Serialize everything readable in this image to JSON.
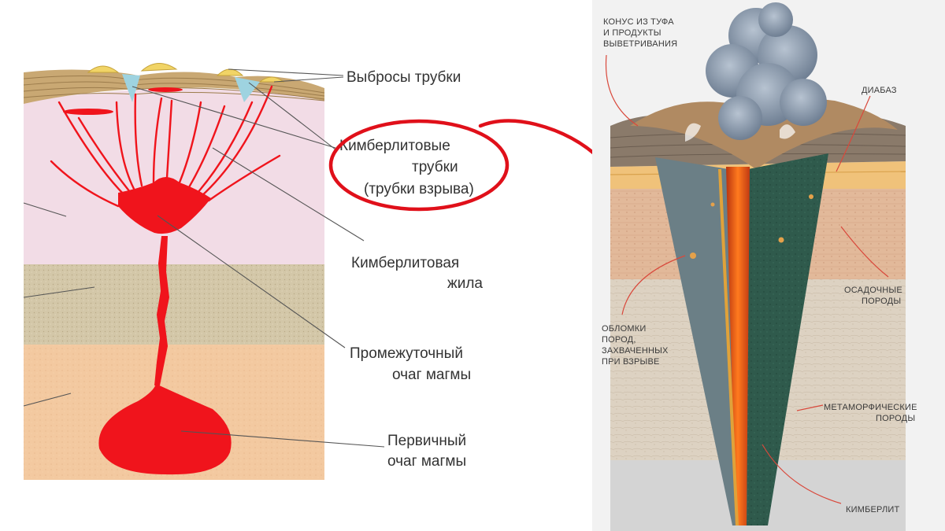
{
  "left_diagram": {
    "labels": {
      "ejecta": "Выбросы трубки",
      "pipes_line1": "Кимберлитовые",
      "pipes_line2": "трубки",
      "pipes_line3": "(трубки взрыва)",
      "vein_line1": "Кимберлитовая",
      "vein_line2": "жила",
      "intermediate_line1": "Промежуточный",
      "intermediate_line2": "очаг магмы",
      "primary_line1": "Первичный",
      "primary_line2": "очаг магмы"
    },
    "colors": {
      "magma": "#f0141c",
      "pink_layer": "#f2dce6",
      "sand_layer": "#d3c7a8",
      "peach_layer": "#f3c9a0",
      "strata": "#c9a873",
      "highlight_circle": "#e0101a"
    }
  },
  "right_illustration": {
    "labels": {
      "cone_line1": "КОНУС ИЗ ТУФА",
      "cone_line2": "И ПРОДУКТЫ",
      "cone_line3": "ВЫВЕТРИВАНИЯ",
      "diabase": "ДИАБАЗ",
      "sedimentary_line1": "ОСАДОЧНЫЕ",
      "sedimentary_line2": "ПОРОДЫ",
      "fragments_line1": "ОБЛОМКИ",
      "fragments_line2": "ПОРОД,",
      "fragments_line3": "ЗАХВАЧЕННЫХ",
      "fragments_line4": "ПРИ ВЗРЫВЕ",
      "metamorphic_line1": "МЕТАМОРФИЧЕСКИЕ",
      "metamorphic_line2": "ПОРОДЫ",
      "kimberlite": "КИМБЕРЛИТ"
    },
    "colors": {
      "kimberlite": "#2f5a4c",
      "lava": "#e8501a",
      "smoke": "#8e9db0",
      "sediment": "#e2b99a",
      "metamorphic": "#ddd2c2"
    }
  }
}
